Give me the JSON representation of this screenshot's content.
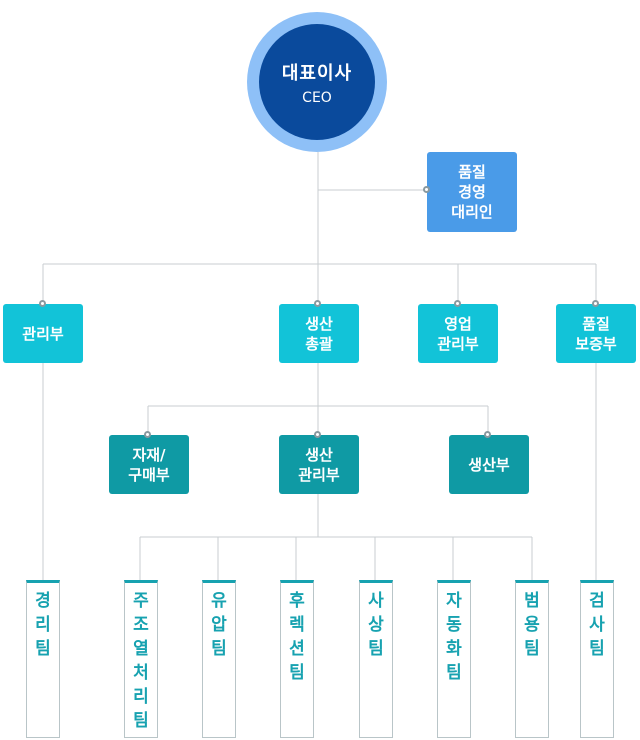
{
  "ceo": {
    "title": "대표이사",
    "subtitle": "CEO"
  },
  "qa_rep": {
    "label": "품질\n경영\n대리인"
  },
  "departments": [
    {
      "label": "관리부"
    },
    {
      "label": "생산\n총괄"
    },
    {
      "label": "영업\n관리부"
    },
    {
      "label": "품질\n보증부"
    }
  ],
  "sub_departments": [
    {
      "label": "자재/\n구매부"
    },
    {
      "label": "생산\n관리부"
    },
    {
      "label": "생산부"
    }
  ],
  "teams": [
    {
      "label": "경리팀"
    },
    {
      "label": "주조열처리팀"
    },
    {
      "label": "유압팀"
    },
    {
      "label": "후렉션팀"
    },
    {
      "label": "사상팀"
    },
    {
      "label": "자동화팀"
    },
    {
      "label": "범용팀"
    },
    {
      "label": "검사팀"
    }
  ],
  "colors": {
    "ceo_ring": "#8ec0f7",
    "ceo_core": "#0a4a9c",
    "qa": "#4a9be8",
    "dept": "#12c3d8",
    "sub_dept": "#0f9aa4",
    "team_text": "#17a2b0"
  }
}
